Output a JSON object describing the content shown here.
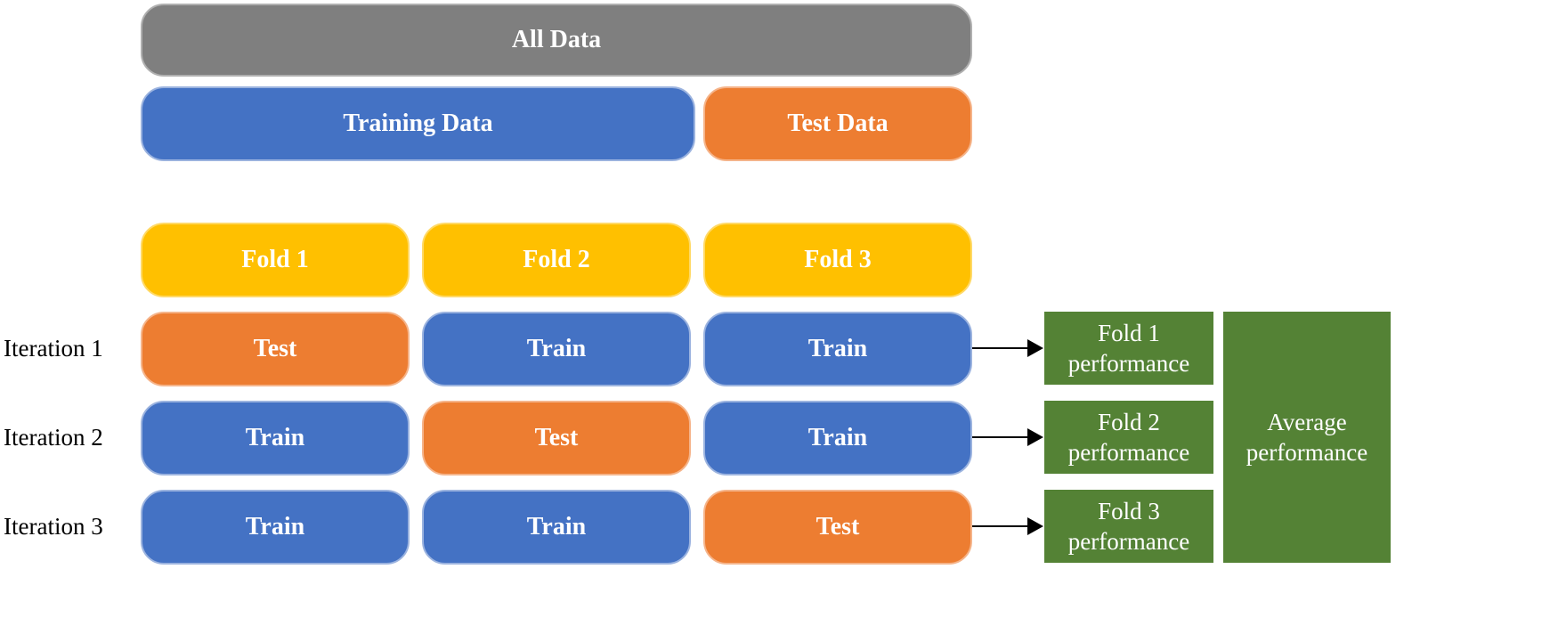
{
  "all_data": {
    "label": "All Data"
  },
  "split": {
    "training_label": "Training Data",
    "test_label": "Test Data"
  },
  "folds": [
    "Fold 1",
    "Fold 2",
    "Fold 3"
  ],
  "iterations": [
    {
      "label": "Iteration 1",
      "cells": [
        "Test",
        "Train",
        "Train"
      ]
    },
    {
      "label": "Iteration 2",
      "cells": [
        "Train",
        "Test",
        "Train"
      ]
    },
    {
      "label": "Iteration 3",
      "cells": [
        "Train",
        "Train",
        "Test"
      ]
    }
  ],
  "fold_performance": [
    "Fold 1\nperformance",
    "Fold 2\nperformance",
    "Fold 3\nperformance"
  ],
  "average_performance": "Average\nperformance",
  "colors": {
    "all_data": "#7f7f7f",
    "train": "#4472c4",
    "test": "#ed7d31",
    "fold": "#ffc000",
    "performance": "#548235"
  }
}
